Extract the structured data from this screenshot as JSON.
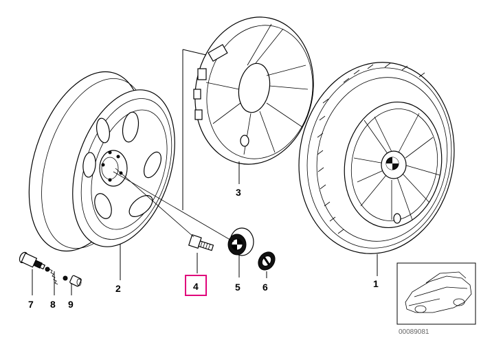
{
  "callouts": {
    "p1": "1",
    "p2": "2",
    "p3": "3",
    "p4": "4",
    "p5": "5",
    "p6": "6",
    "p7": "7",
    "p8": "8",
    "p9": "9"
  },
  "highlight_color": "#e0007a",
  "reference_number": "00089081"
}
